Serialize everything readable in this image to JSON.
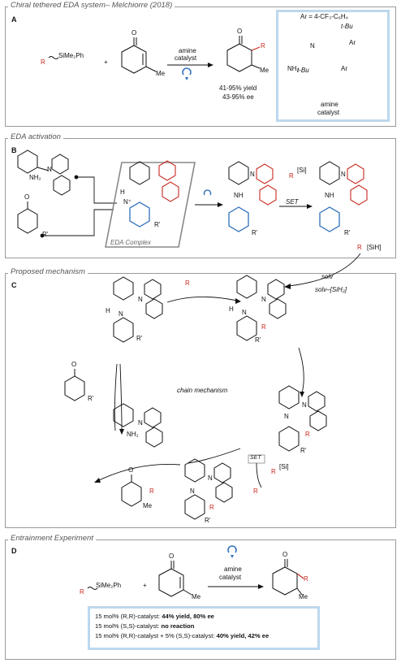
{
  "panelA": {
    "header": "Chiral tethered EDA system– Melchiorre (2018)",
    "label": "A",
    "silane_r": "R",
    "silane": "SiMe₂Ph",
    "plus": "+",
    "o": "O",
    "me": "Me",
    "reagent_top": "amine",
    "reagent_bottom": "catalyst",
    "product_o": "O",
    "product_r": "R",
    "product_me": "Me",
    "yield": "41-95% yield",
    "ee": "43-95% ee",
    "catalyst_box": {
      "ar_def": "Ar = 4-CF₃-C₆H₄",
      "tbu1": "t-Bu",
      "tbu2": "t-Bu",
      "ar1": "Ar",
      "ar2": "Ar",
      "n": "N",
      "nh2": "NH₂",
      "caption_1": "amine",
      "caption_2": "catalyst"
    }
  },
  "panelB": {
    "header": "EDA activation",
    "label": "B",
    "nh2": "NH₂",
    "n": "N",
    "o": "O",
    "r_prime": "R'",
    "h": "H",
    "n_plus": "N⁺",
    "complex_label": "EDA Complex",
    "r_prime2": "R'",
    "nh": "NH",
    "n2": "N",
    "r_prime3": "R'",
    "set": "SET",
    "r_si": "[Si]",
    "r": "R",
    "nh2b": "NH",
    "n3": "N",
    "r_prime4": "R'",
    "si_h": "[SiH]",
    "r2": "R"
  },
  "panelC": {
    "header": "Proposed mechanism",
    "label": "C",
    "solv": "solv",
    "solv_si": "solv–[SiH₂]",
    "r_radical": "R",
    "h": "H",
    "n_iminium": "N",
    "n_carbazole": "N",
    "r_prime_left": "R'",
    "h2": "H",
    "n_iminium2": "N",
    "n_carbazole2": "N",
    "r_right": "R",
    "r_prime_right": "R'",
    "ketone_o": "O",
    "ketone_rp": "R'",
    "center": "chain mechanism",
    "nh2": "NH₂",
    "n_cat": "N",
    "n_lower_imine": "N",
    "n_lower_carb": "N",
    "r_lower": "R",
    "rp_lower": "R'",
    "set": "SET",
    "r_si": "[Si]",
    "r_set": "R",
    "r_radical2": "R",
    "product_o": "O",
    "product_r": "R",
    "product_me": "Me",
    "bottom_n": "N",
    "bottom_nc": "N",
    "bottom_r": "R",
    "bottom_rp": "R'"
  },
  "panelD": {
    "header": "Entrainment Experiment",
    "label": "D",
    "silane_r": "R",
    "silane": "SiMe₂Ph",
    "plus": "+",
    "o": "O",
    "me": "Me",
    "reagent_top": "amine",
    "reagent_bottom": "catalyst",
    "product_o": "O",
    "product_r": "R",
    "product_me": "Me",
    "results": [
      {
        "conditions": "15 mol% (R,R)-catalyst: ",
        "outcome": "44% yield, 80% ee"
      },
      {
        "conditions": "15 mol% (S,S)-catalyst: ",
        "outcome": "no reaction"
      },
      {
        "conditions": "15 mol% (R,R)-catalyst + 5% (S,S)-catalyst: ",
        "outcome": "40% yield, 42% ee"
      }
    ]
  },
  "colors": {
    "red": "#c8281e",
    "blue": "#2f6fba",
    "box": "#bcd8ee",
    "border": "#9a9a9a"
  }
}
